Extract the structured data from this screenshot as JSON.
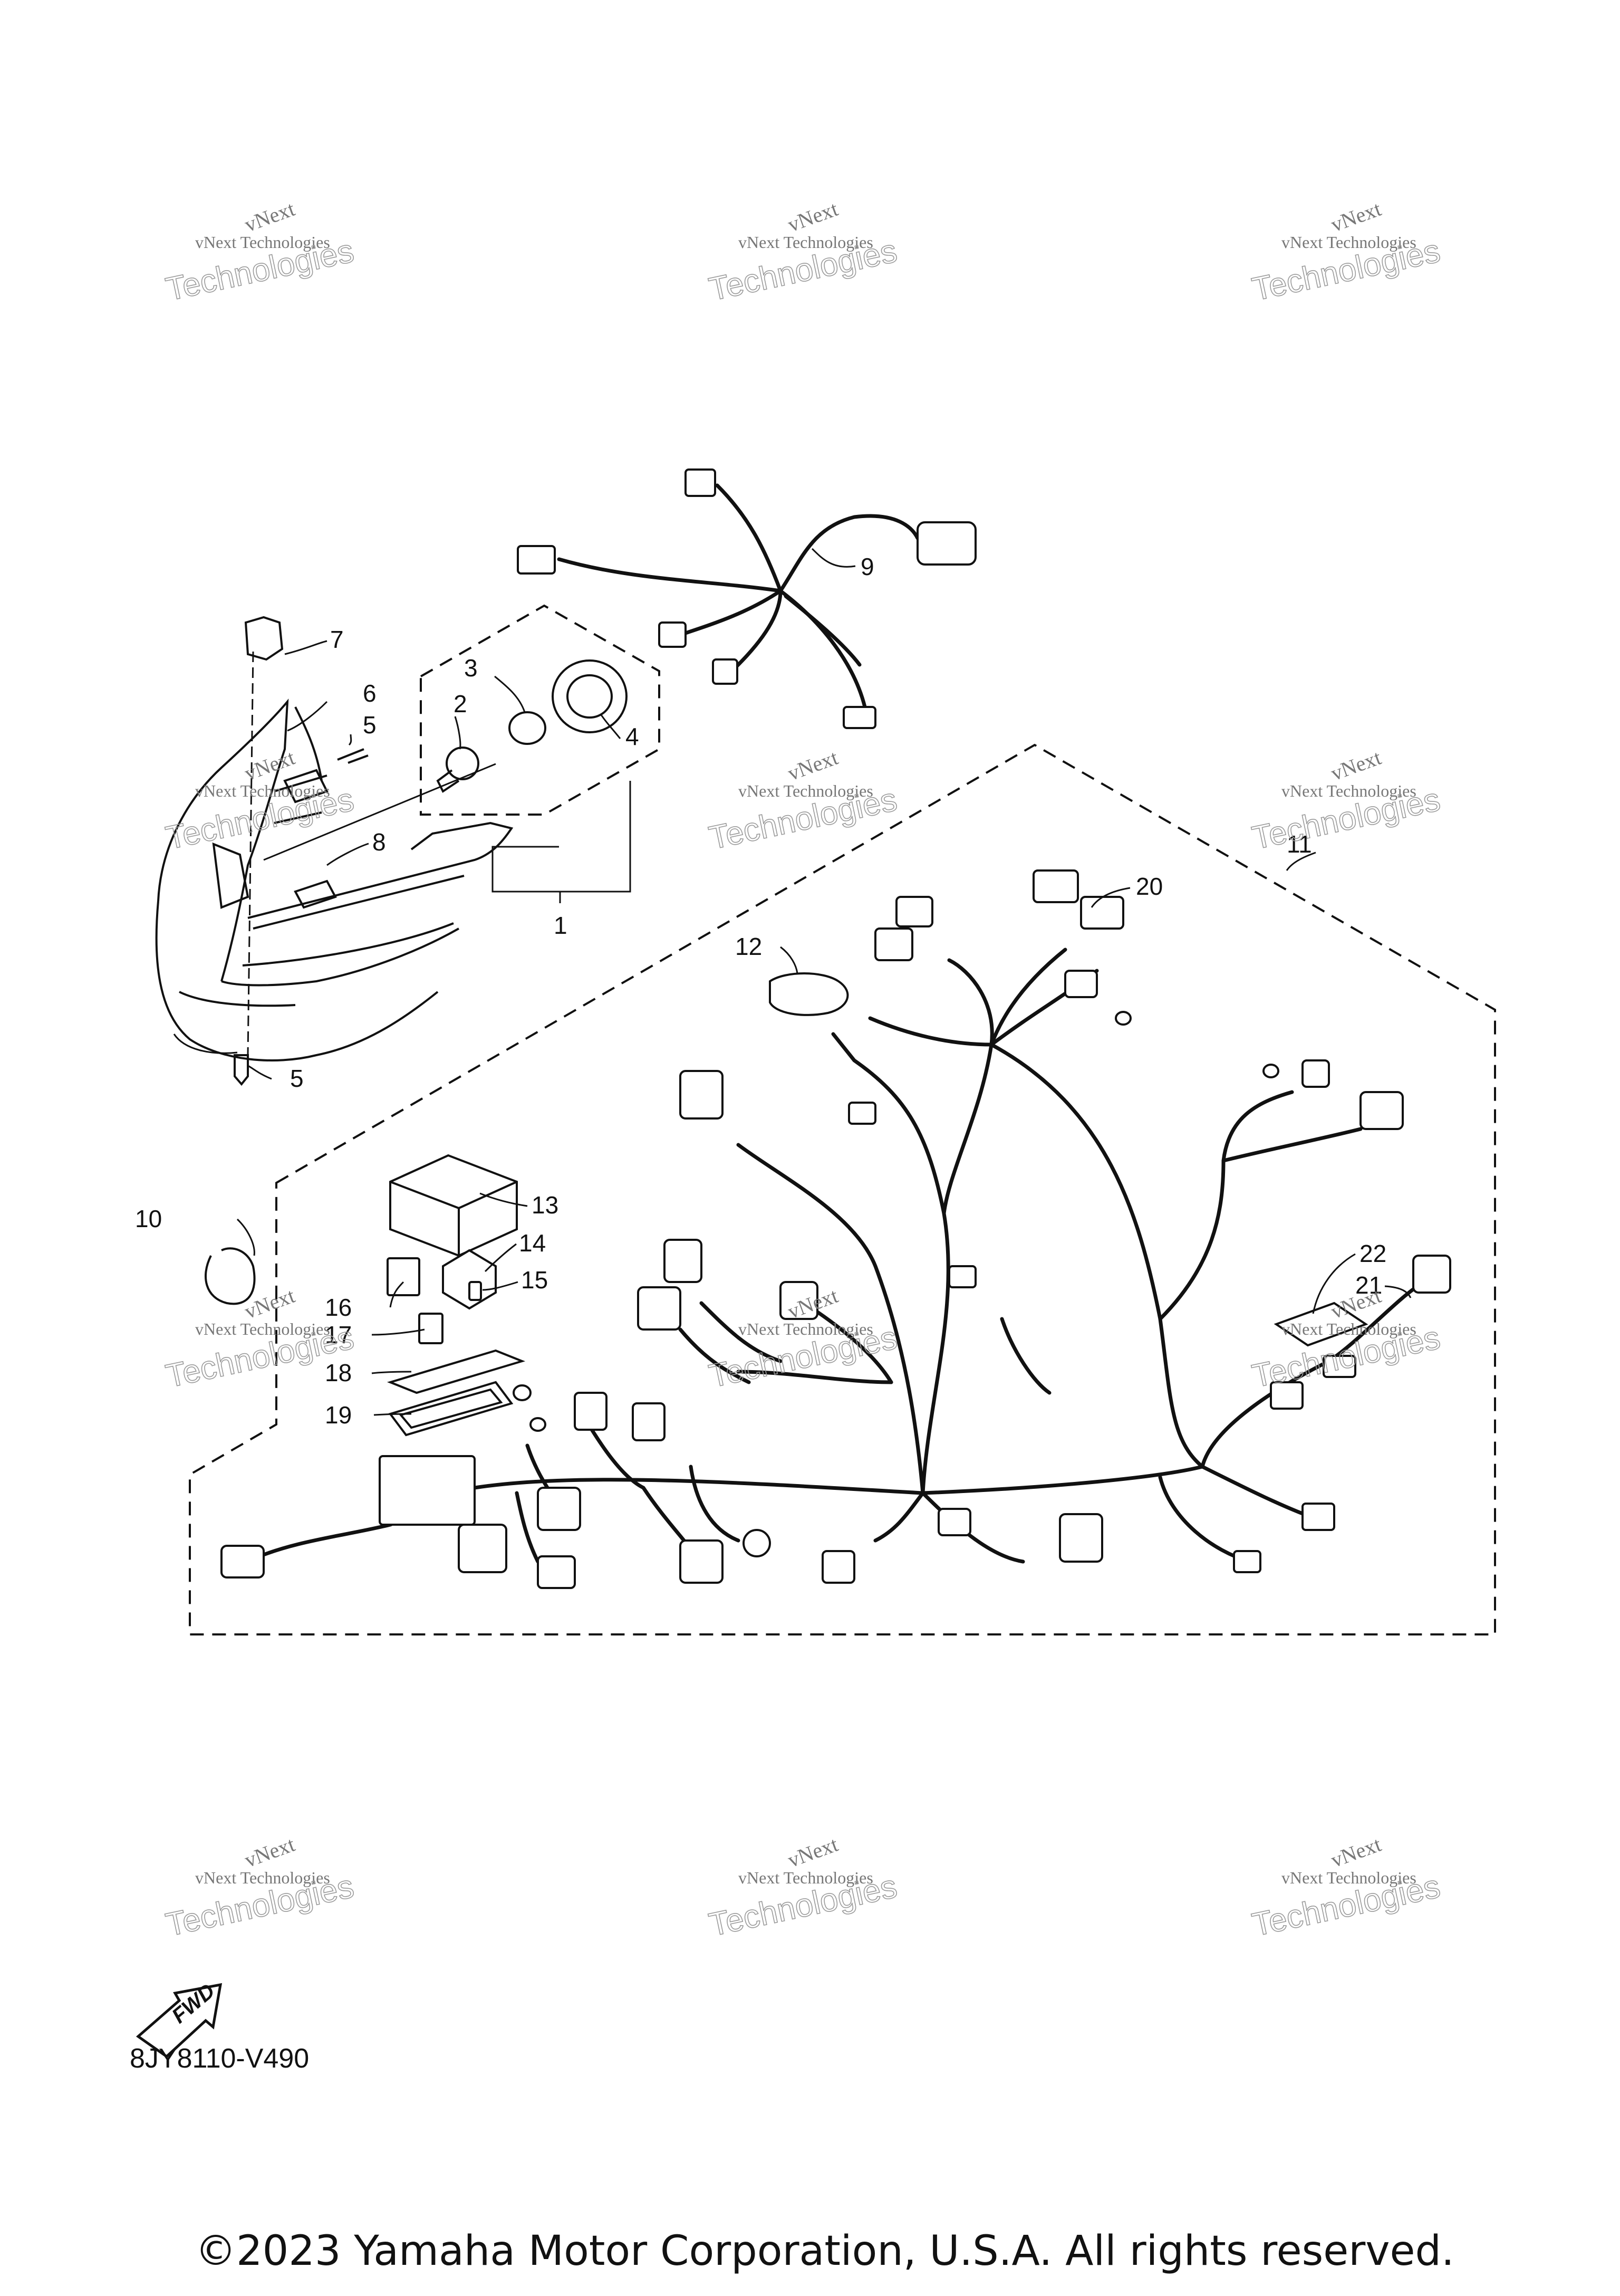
{
  "diagram": {
    "callouts": [
      "1",
      "2",
      "3",
      "4",
      "5",
      "5",
      "6",
      "7",
      "8",
      "9",
      "10",
      "11",
      "12",
      "13",
      "14",
      "15",
      "16",
      "17",
      "18",
      "19",
      "20",
      "21",
      "22"
    ],
    "fwd_label": "FWD",
    "part_code": "8JY8110-V490",
    "copyright": "©2023 Yamaha Motor Corporation, U.S.A. All rights reserved.",
    "watermark": {
      "line1": "vNext",
      "line2": "vNext Technologies",
      "line3": "Technologies"
    }
  }
}
